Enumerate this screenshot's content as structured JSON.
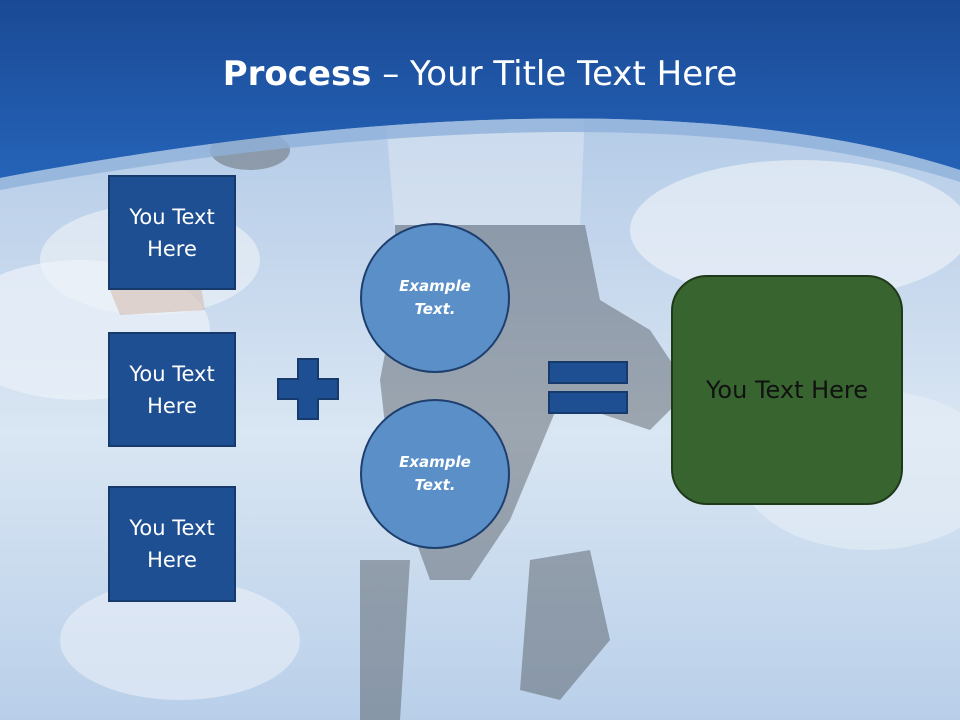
{
  "title": {
    "bold": "Process",
    "rest": " – Your Title Text Here"
  },
  "left_boxes": [
    {
      "label": "You Text Here"
    },
    {
      "label": "You Text Here"
    },
    {
      "label": "You Text Here"
    }
  ],
  "circles": [
    {
      "label": "Example Text."
    },
    {
      "label": "Example Text."
    }
  ],
  "result": {
    "label": "You Text Here"
  },
  "colors": {
    "header_blue": "#1f55a6",
    "box_blue": "#1f4f93",
    "circle_blue": "#5b8fc7",
    "result_green": "#38652f"
  }
}
